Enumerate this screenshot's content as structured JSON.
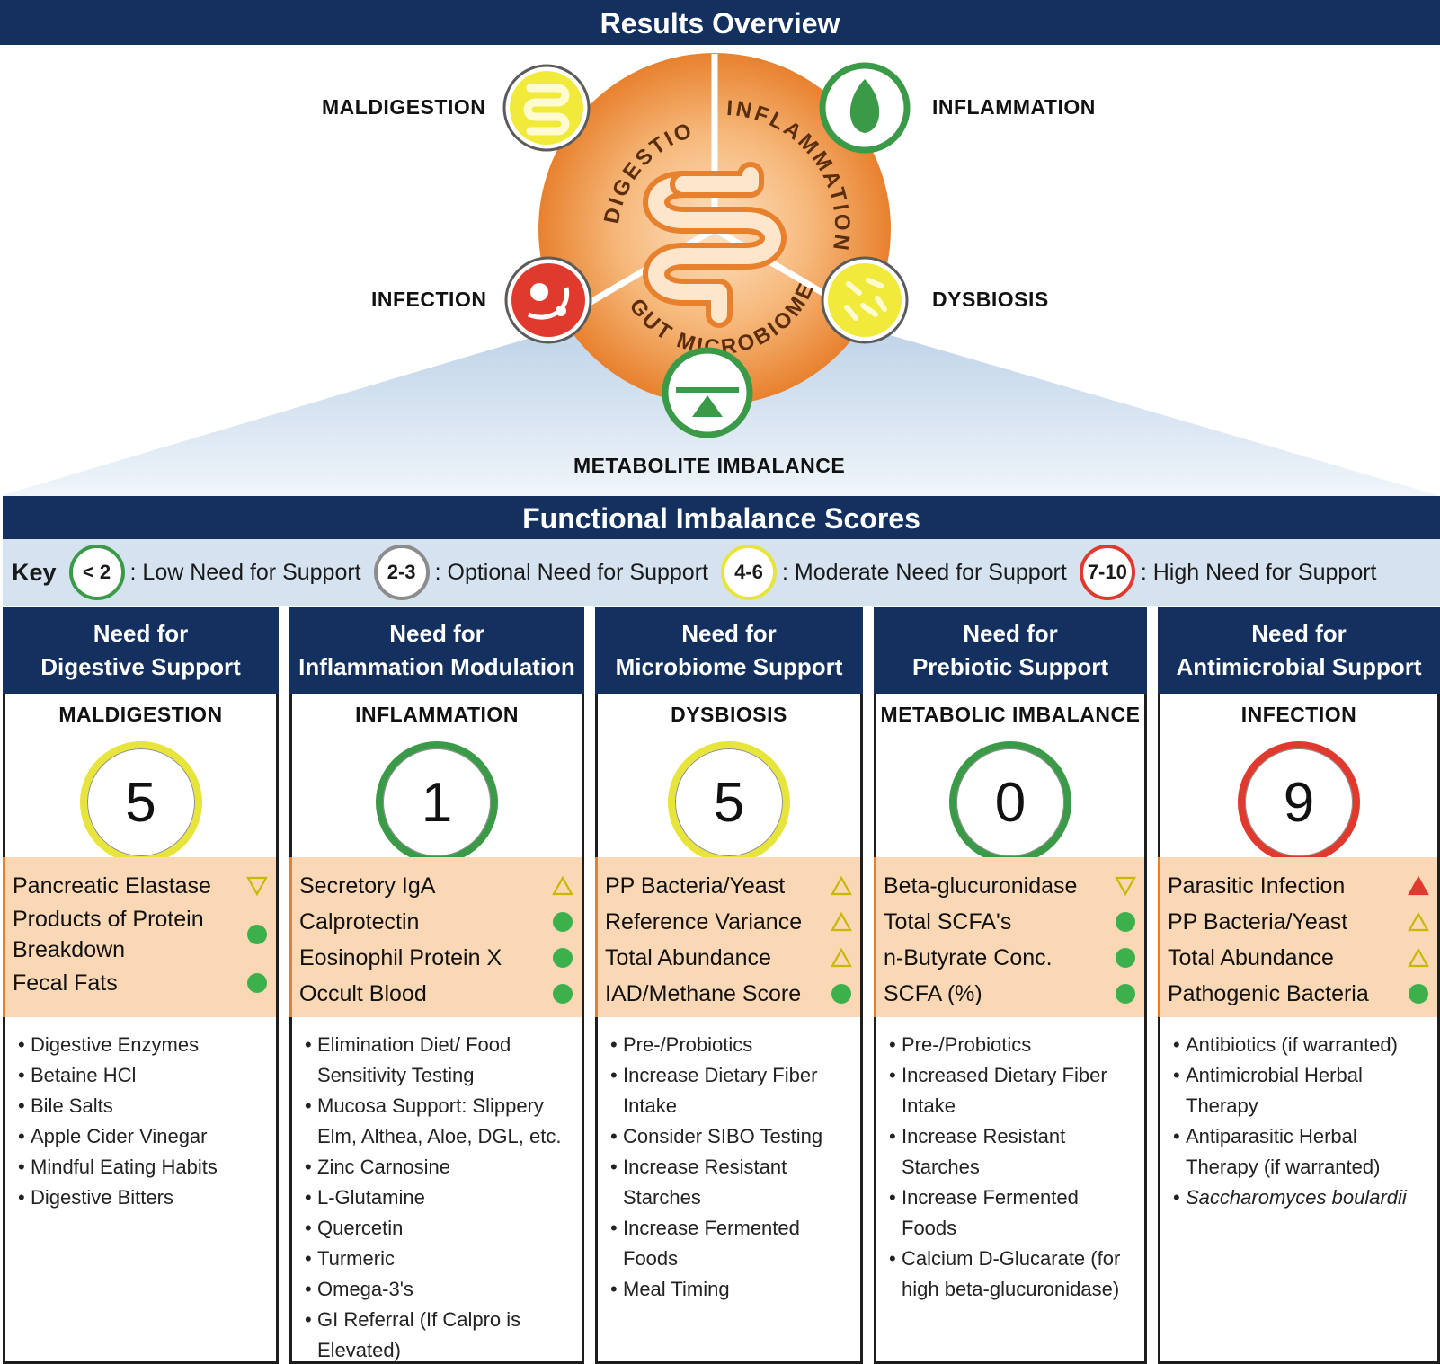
{
  "header": {
    "title": "Results Overview"
  },
  "hero": {
    "wheel_labels": {
      "digestion": "DIGESTION",
      "inflammation": "INFLAMMATION",
      "gut_microbiome": "GUT MICROBIOME"
    },
    "nodes": {
      "maldigestion": "MALDIGESTION",
      "inflammation": "INFLAMMATION",
      "infection": "INFECTION",
      "dysbiosis": "DYSBIOSIS",
      "metabolite_imbalance": "METABOLITE IMBALANCE"
    }
  },
  "fis": {
    "title": "Functional Imbalance Scores",
    "key": {
      "title": "Key",
      "items": [
        {
          "badge": "< 2",
          "text": ": Low Need for Support",
          "color": "#3a9a48"
        },
        {
          "badge": "2-3",
          "text": ": Optional Need for Support",
          "color": "#8c8c8c"
        },
        {
          "badge": "4-6",
          "text": ": Moderate Need for Support",
          "color": "#e7e43b"
        },
        {
          "badge": "7-10",
          "text": ": High Need for Support",
          "color": "#e03a2f"
        }
      ]
    }
  },
  "colors": {
    "navy": "#13305e",
    "orange": "#e37f2e",
    "peach": "#fad7b5",
    "green": "#3a9a48",
    "yellow": "#e7e43b",
    "red": "#e03a2f"
  },
  "columns": [
    {
      "head1": "Need for",
      "head2": "Digestive Support",
      "category": "MALDIGESTION",
      "score": "5",
      "score_color": "#e7e43b",
      "markers": [
        {
          "name": "Pancreatic Elastase",
          "indicator": "triangle-down-icon"
        },
        {
          "name": "Products of Protein Breakdown",
          "indicator": "green-dot-icon"
        },
        {
          "name": "Fecal Fats",
          "indicator": "green-dot-icon"
        }
      ],
      "recs": [
        "Digestive Enzymes",
        "Betaine HCl",
        "Bile Salts",
        "Apple Cider Vinegar",
        "Mindful Eating Habits",
        "Digestive Bitters"
      ]
    },
    {
      "head1": "Need for",
      "head2": "Inflammation Modulation",
      "category": "INFLAMMATION",
      "score": "1",
      "score_color": "#3a9a48",
      "markers": [
        {
          "name": "Secretory IgA",
          "indicator": "triangle-up-icon"
        },
        {
          "name": "Calprotectin",
          "indicator": "green-dot-icon"
        },
        {
          "name": "Eosinophil Protein X",
          "indicator": "green-dot-icon"
        },
        {
          "name": "Occult Blood",
          "indicator": "green-dot-icon"
        }
      ],
      "recs": [
        "Elimination Diet/ Food Sensitivity Testing",
        "Mucosa Support: Slippery Elm, Althea, Aloe, DGL, etc.",
        "Zinc Carnosine",
        "L-Glutamine",
        "Quercetin",
        "Turmeric",
        "Omega-3's",
        "GI Referral (If Calpro is Elevated)"
      ]
    },
    {
      "head1": "Need for",
      "head2": "Microbiome Support",
      "category": "DYSBIOSIS",
      "score": "5",
      "score_color": "#e7e43b",
      "markers": [
        {
          "name": "PP Bacteria/Yeast",
          "indicator": "triangle-up-icon"
        },
        {
          "name": "Reference Variance",
          "indicator": "triangle-up-icon"
        },
        {
          "name": "Total Abundance",
          "indicator": "triangle-up-icon"
        },
        {
          "name": "IAD/Methane Score",
          "indicator": "green-dot-icon"
        }
      ],
      "recs": [
        "Pre-/Probiotics",
        "Increase Dietary Fiber Intake",
        "Consider SIBO Testing",
        "Increase Resistant Starches",
        "Increase Fermented Foods",
        "Meal Timing"
      ]
    },
    {
      "head1": "Need for",
      "head2": "Prebiotic Support",
      "category": "METABOLIC IMBALANCE",
      "score": "0",
      "score_color": "#3a9a48",
      "markers": [
        {
          "name": "Beta-glucuronidase",
          "indicator": "triangle-down-icon"
        },
        {
          "name": "Total SCFA's",
          "indicator": "green-dot-icon"
        },
        {
          "name": "n-Butyrate Conc.",
          "indicator": "green-dot-icon"
        },
        {
          "name": "SCFA (%)",
          "indicator": "green-dot-icon"
        }
      ],
      "recs": [
        "Pre-/Probiotics",
        "Increased Dietary Fiber Intake",
        "Increase Resistant Starches",
        "Increase Fermented Foods",
        "Calcium D-Glucarate (for high beta-glucuronidase)"
      ]
    },
    {
      "head1": "Need for",
      "head2": "Antimicrobial Support",
      "category": "INFECTION",
      "score": "9",
      "score_color": "#e03a2f",
      "markers": [
        {
          "name": "Parasitic Infection",
          "indicator": "red-triangle-up-icon"
        },
        {
          "name": "PP Bacteria/Yeast",
          "indicator": "triangle-up-icon"
        },
        {
          "name": "Total Abundance",
          "indicator": "triangle-up-icon"
        },
        {
          "name": "Pathogenic Bacteria",
          "indicator": "green-dot-icon"
        }
      ],
      "recs": [
        "Antibiotics (if warranted)",
        "Antimicrobial Herbal Therapy",
        "Antiparasitic Herbal Therapy (if warranted)",
        "Saccharomyces boulardii"
      ]
    }
  ]
}
